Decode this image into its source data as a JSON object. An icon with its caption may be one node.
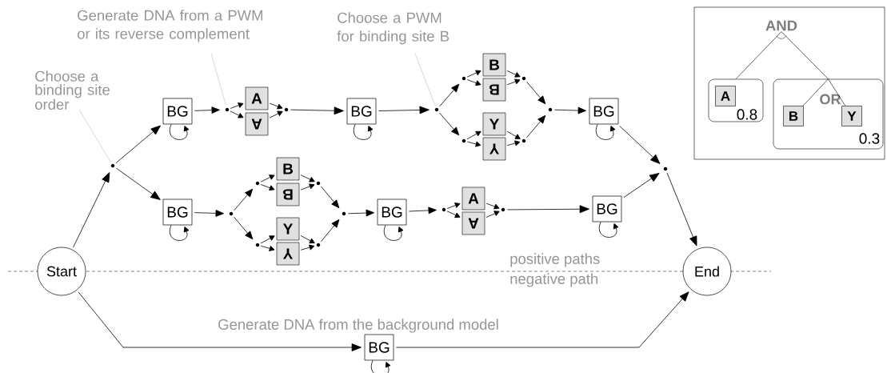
{
  "diagram": {
    "nodes": [
      {
        "text": [
          "Choose a binding site order"
        ]
      },
      {
        "text": [
          "Generate DNA from a PWM or its reverse complement"
        ]
      },
      {
        "text": [
          "Choose a PWM for binding site B"
        ]
      },
      {
        "text": [],
        "shape": "box"
      },
      {
        "text": [
          "AND"
        ],
        "in": 3
      },
      {
        "text": [
          "0.8"
        ],
        "in": 3
      },
      {
        "text": [
          "A"
        ],
        "in": 5
      },
      {
        "text": [
          "OR",
          "0.3"
        ],
        "in": 3
      },
      {
        "text": [
          "B"
        ],
        "in": 7
      },
      {
        "text": [
          "Y"
        ],
        "in": 7
      },
      {
        "text": [
          "Start"
        ]
      },
      {
        "text": [],
        "shape": "dot"
      },
      {
        "text": [
          "BG"
        ]
      },
      {
        "text": [],
        "shape": "dot"
      },
      {
        "text": [
          "A"
        ]
      },
      {
        "text": [
          "A"
        ]
      },
      {
        "text": [],
        "shape": "dot"
      },
      {
        "text": [
          "BG"
        ]
      },
      {
        "text": [],
        "shape": "dot"
      },
      {
        "text": [],
        "shape": "dot"
      },
      {
        "text": [
          "B"
        ]
      },
      {
        "text": [
          "B"
        ]
      },
      {
        "text": [],
        "shape": "dot"
      },
      {
        "text": [],
        "shape": "dot"
      },
      {
        "text": [
          "Y"
        ]
      },
      {
        "text": [
          "Y"
        ]
      },
      {
        "text": [],
        "shape": "dot"
      },
      {
        "text": [],
        "shape": "dot"
      },
      {
        "text": [
          "BG"
        ]
      },
      {
        "text": [
          "BG"
        ]
      },
      {
        "text": [],
        "shape": "dot"
      },
      {
        "text": [],
        "shape": "dot"
      },
      {
        "text": [
          "B"
        ]
      },
      {
        "text": [
          "B"
        ]
      },
      {
        "text": [],
        "shape": "dot"
      },
      {
        "text": [],
        "shape": "dot"
      },
      {
        "text": [
          "Y"
        ]
      },
      {
        "text": [
          "Y"
        ]
      },
      {
        "text": [],
        "shape": "dot"
      },
      {
        "text": [],
        "shape": "dot"
      },
      {
        "text": [
          "BG"
        ]
      },
      {
        "text": [],
        "shape": "dot"
      },
      {
        "text": [
          "A"
        ]
      },
      {
        "text": [
          "A"
        ]
      },
      {
        "text": [],
        "shape": "dot"
      },
      {
        "text": [
          "BG"
        ]
      },
      {
        "text": [],
        "shape": "dot"
      },
      {
        "text": [
          "End"
        ]
      },
      {
        "text": [
          "BG"
        ]
      }
    ],
    "edges": [
      {
        "from": 4,
        "to": 5,
        "arrow": "none"
      },
      {
        "from": 4,
        "to": 7,
        "arrow": "none"
      },
      {
        "from": 7,
        "to": 8,
        "arrow": "none"
      },
      {
        "from": 7,
        "to": 9,
        "arrow": "none"
      },
      {
        "from": 0,
        "to": 11,
        "arrow": "none",
        "color": "#999999"
      },
      {
        "from": 1,
        "to": 13,
        "arrow": "none",
        "color": "#999999"
      },
      {
        "from": 2,
        "to": 18,
        "arrow": "none",
        "color": "#999999"
      },
      {
        "from": 10,
        "to": 11,
        "arrow": "to"
      },
      {
        "from": 11,
        "to": 12,
        "arrow": "to"
      },
      {
        "from": 11,
        "to": 29,
        "arrow": "to"
      },
      {
        "from": 12,
        "to": 12,
        "arrow": "to"
      },
      {
        "from": 12,
        "to": 13,
        "arrow": "to"
      },
      {
        "from": 13,
        "to": 14,
        "arrow": "to"
      },
      {
        "from": 13,
        "to": 15,
        "arrow": "to"
      },
      {
        "from": 14,
        "to": 16,
        "arrow": "to"
      },
      {
        "from": 15,
        "to": 16,
        "arrow": "to"
      },
      {
        "from": 16,
        "to": 17,
        "arrow": "to"
      },
      {
        "from": 17,
        "to": 17,
        "arrow": "to"
      },
      {
        "from": 17,
        "to": 18,
        "arrow": "to"
      },
      {
        "from": 18,
        "to": 19,
        "arrow": "to"
      },
      {
        "from": 18,
        "to": 23,
        "arrow": "to"
      },
      {
        "from": 19,
        "to": 20,
        "arrow": "to"
      },
      {
        "from": 19,
        "to": 21,
        "arrow": "to"
      },
      {
        "from": 20,
        "to": 22,
        "arrow": "to"
      },
      {
        "from": 21,
        "to": 22,
        "arrow": "to"
      },
      {
        "from": 22,
        "to": 27,
        "arrow": "to"
      },
      {
        "from": 23,
        "to": 24,
        "arrow": "to"
      },
      {
        "from": 23,
        "to": 25,
        "arrow": "to"
      },
      {
        "from": 24,
        "to": 26,
        "arrow": "to"
      },
      {
        "from": 25,
        "to": 26,
        "arrow": "to"
      },
      {
        "from": 26,
        "to": 27,
        "arrow": "to"
      },
      {
        "from": 27,
        "to": 28,
        "arrow": "to"
      },
      {
        "from": 28,
        "to": 28,
        "arrow": "to"
      },
      {
        "from": 28,
        "to": 46,
        "arrow": "to"
      },
      {
        "from": 29,
        "to": 29,
        "arrow": "to"
      },
      {
        "from": 29,
        "to": 30,
        "arrow": "to"
      },
      {
        "from": 30,
        "to": 31,
        "arrow": "to"
      },
      {
        "from": 30,
        "to": 35,
        "arrow": "to"
      },
      {
        "from": 31,
        "to": 32,
        "arrow": "to"
      },
      {
        "from": 31,
        "to": 33,
        "arrow": "to"
      },
      {
        "from": 32,
        "to": 34,
        "arrow": "to"
      },
      {
        "from": 33,
        "to": 34,
        "arrow": "to"
      },
      {
        "from": 34,
        "to": 39,
        "arrow": "to"
      },
      {
        "from": 35,
        "to": 36,
        "arrow": "to"
      },
      {
        "from": 35,
        "to": 37,
        "arrow": "to"
      },
      {
        "from": 36,
        "to": 38,
        "arrow": "to"
      },
      {
        "from": 37,
        "to": 38,
        "arrow": "to"
      },
      {
        "from": 38,
        "to": 39,
        "arrow": "to"
      },
      {
        "from": 39,
        "to": 40,
        "arrow": "to"
      },
      {
        "from": 40,
        "to": 40,
        "arrow": "to"
      },
      {
        "from": 40,
        "to": 41,
        "arrow": "to"
      },
      {
        "from": 41,
        "to": 42,
        "arrow": "to"
      },
      {
        "from": 41,
        "to": 43,
        "arrow": "to"
      },
      {
        "from": 42,
        "to": 44,
        "arrow": "to"
      },
      {
        "from": 43,
        "to": 44,
        "arrow": "to"
      },
      {
        "from": 44,
        "to": 45,
        "arrow": "to"
      },
      {
        "from": 45,
        "to": 45,
        "arrow": "to"
      },
      {
        "from": 45,
        "to": 46,
        "arrow": "to"
      },
      {
        "from": 46,
        "to": 47,
        "arrow": "to"
      },
      {
        "from": 10,
        "to": 48,
        "arrow": "to"
      },
      {
        "from": 48,
        "to": 48,
        "arrow": "to"
      },
      {
        "from": 48,
        "to": 47,
        "arrow": "to"
      }
    ],
    "labels": [
      "positive paths",
      "negative path",
      "Generate DNA from the background model"
    ]
  }
}
